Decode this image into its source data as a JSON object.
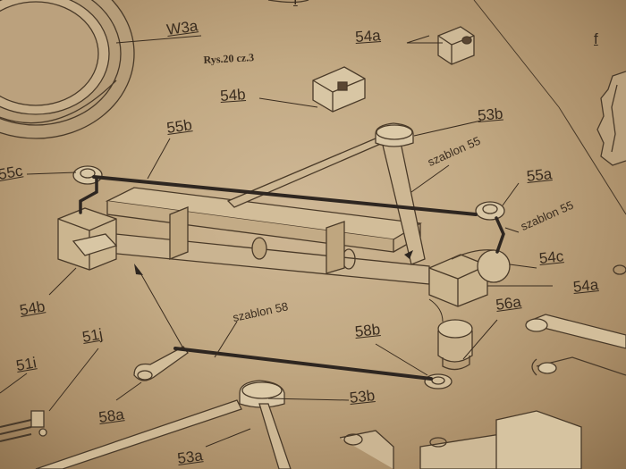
{
  "caption": "Rys.20 cz.3",
  "labels": {
    "w3a": "W3a",
    "f_top": "f",
    "f_right": "f",
    "p54a_top": "54a",
    "p54b_top": "54b",
    "p53b_top": "53b",
    "p55b": "55b",
    "p55c": "55c",
    "szablon55_top": "szablon 55",
    "p55a": "55a",
    "szablon55_right": "szablon 55",
    "p54c": "54c",
    "p54a_right": "54a",
    "p54b_left": "54b",
    "p56a": "56a",
    "szablon58": "szablon 58",
    "p58b": "58b",
    "p51j": "51j",
    "p51i": "51i",
    "p58a": "58a",
    "p53b_bottom": "53b",
    "p53a": "53a"
  },
  "colors": {
    "paper": "#c2a983",
    "ink": "#3a2c1e",
    "wire": "#2e2620",
    "part_fill": "#d4bf9c"
  }
}
